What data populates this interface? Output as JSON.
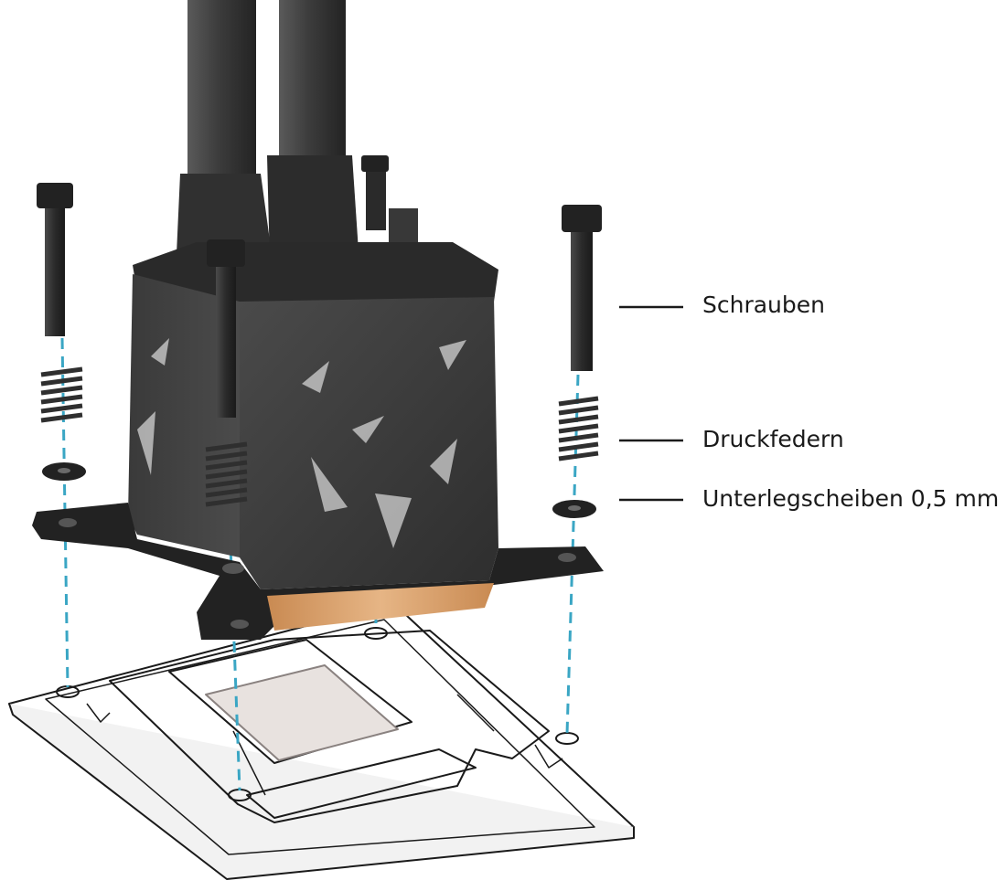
{
  "diagram": {
    "labels": {
      "screws": "Schrauben",
      "springs": "Druckfedern",
      "washers": "Unterlegscheiben 0,5 mm"
    },
    "colors": {
      "pump_body": "#3d3d3d",
      "pump_dark": "#2a2a2a",
      "tube": "#3a3a3a",
      "screw": "#2b2b2b",
      "spring": "#2f2f2f",
      "guide_line": "#3aa6c4",
      "copper": "#d9a06a",
      "socket_line": "#1a1a1a",
      "cpu_surface": "#e8e2df",
      "accent_cut": "#c9c9c9"
    },
    "icons": [
      "screw-icon",
      "spring-icon",
      "washer-icon",
      "pump-block",
      "cpu-socket"
    ]
  }
}
